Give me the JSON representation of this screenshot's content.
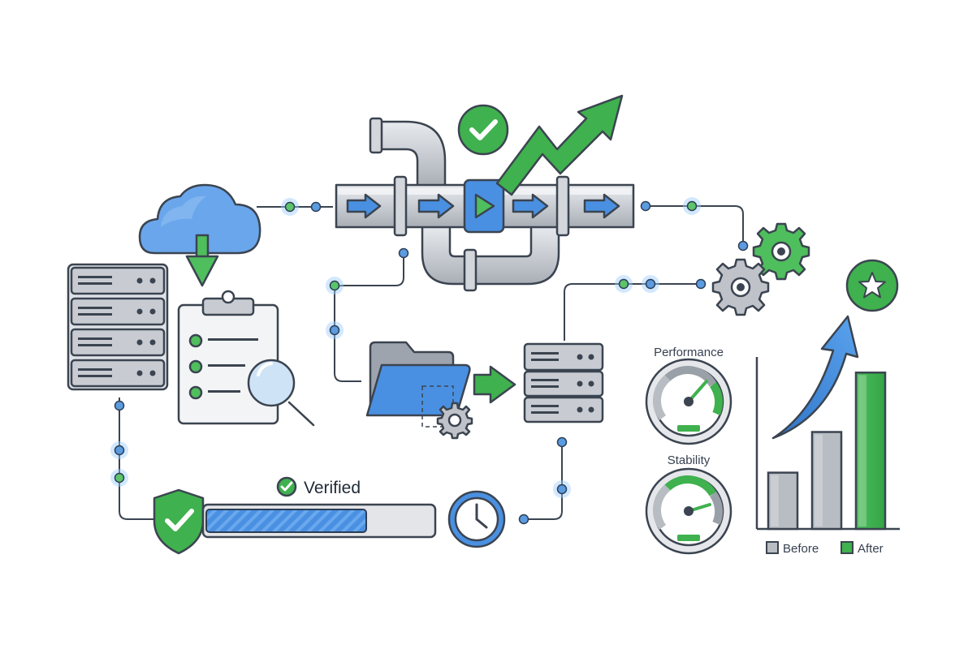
{
  "labels": {
    "verified": "Verified",
    "performance": "Performance",
    "stability": "Stability",
    "legend_before": "Before",
    "legend_after": "After"
  },
  "colors": {
    "blue": "#4a90e2",
    "green": "#3fb14e",
    "gray": "#b8bcc3",
    "outline": "#3b4450"
  },
  "icons": [
    "cloud-download-icon",
    "server-rack-icon",
    "clipboard-checklist-icon",
    "magnifier-icon",
    "pipeline-icon",
    "play-icon",
    "check-circle-icon",
    "trend-arrow-icon",
    "gears-icon",
    "folder-icon",
    "small-gear-icon",
    "server-icon",
    "shield-check-icon",
    "progress-bar",
    "clock-icon",
    "performance-gauge",
    "stability-gauge",
    "star-badge-icon",
    "growth-arrow-icon"
  ],
  "progress": {
    "fill_fraction": 0.71
  },
  "gauges": {
    "performance_level": 0.8,
    "stability_level": 0.65
  },
  "chart_data": {
    "type": "bar",
    "categories": [
      "",
      "",
      ""
    ],
    "series": [
      {
        "name": "Before",
        "values": [
          0.36,
          0.62,
          0
        ]
      },
      {
        "name": "After",
        "values": [
          0,
          0,
          1.0
        ]
      }
    ],
    "legend": [
      "Before",
      "After"
    ],
    "legend_position": "bottom",
    "ylim": [
      0,
      1.1
    ],
    "grid": false
  }
}
